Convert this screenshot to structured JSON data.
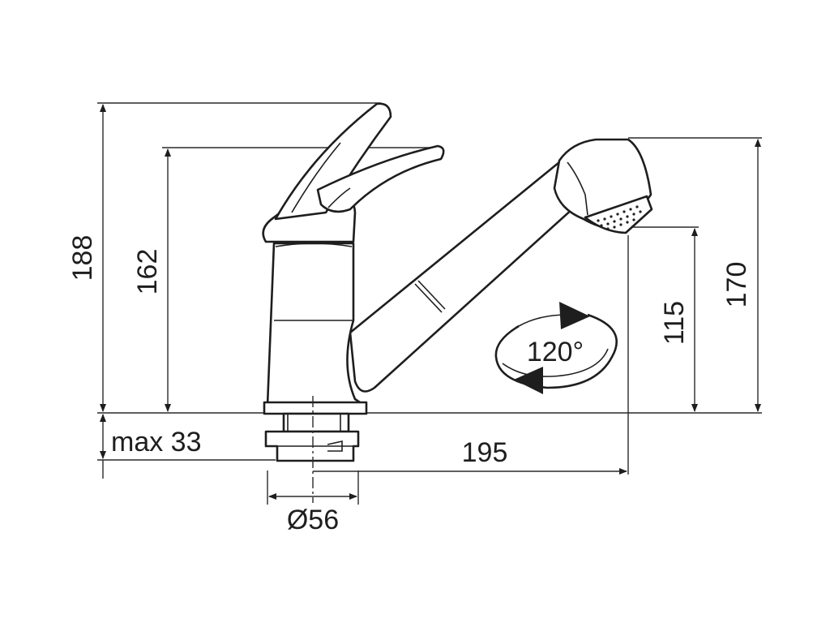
{
  "dimensions": {
    "overall_height": "188",
    "lever_height": "162",
    "mount_thickness": "max 33",
    "spout_reach": "195",
    "base_diameter": "Ø56",
    "outlet_height": "115",
    "spray_head_height": "170"
  },
  "rotation": {
    "angle_label": "120°"
  }
}
